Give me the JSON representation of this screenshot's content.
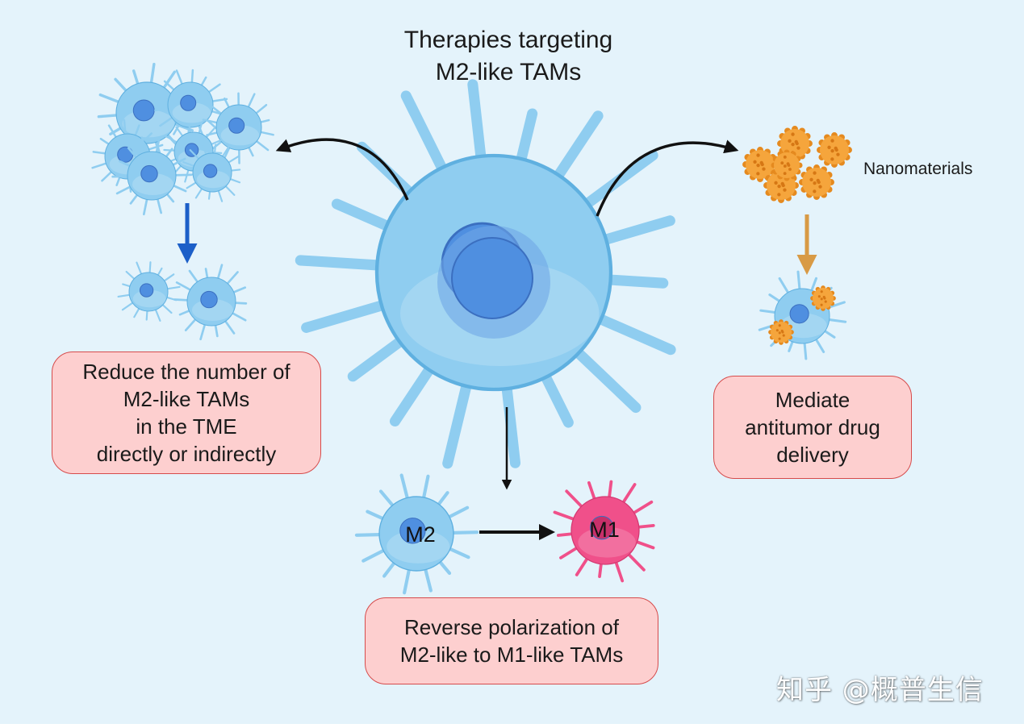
{
  "title": {
    "line1": "Therapies targeting",
    "line2": "M2-like TAMs"
  },
  "nanomaterials_label": "Nanomaterials",
  "boxes": {
    "left": [
      "Reduce the number of",
      "M2-like TAMs",
      "in the TME",
      "directly or indirectly"
    ],
    "right": [
      "Mediate",
      "antitumor drug",
      "delivery"
    ],
    "bottom": [
      "Reverse polarization of",
      "M2-like to M1-like TAMs"
    ]
  },
  "cells": {
    "m2_label": "M2",
    "m1_label": "M1"
  },
  "watermark": "知乎 @概普生信",
  "colors": {
    "background": "#e4f3fb",
    "macrophage_blue": "#8fcdf0",
    "nucleus_blue": "#4f8fe0",
    "m1_pink": "#f0508a",
    "nanoparticle_orange": "#f5a53c",
    "box_fill": "#fdcfcf",
    "box_border": "#d64b4b",
    "arrow_blue": "#1c5fc8",
    "arrow_orange": "#d89a45"
  }
}
